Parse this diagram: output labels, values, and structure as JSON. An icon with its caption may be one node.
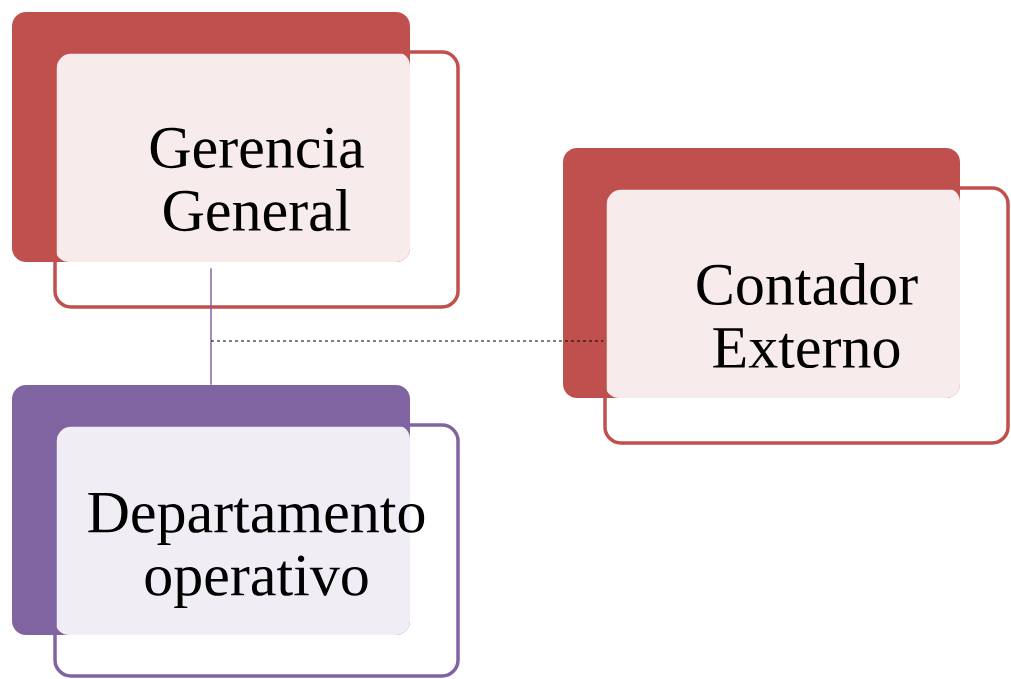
{
  "diagram": {
    "nodes": [
      {
        "text": [
          "Gerencia General"
        ]
      },
      {
        "text": [
          "Departamento operativo"
        ]
      },
      {
        "text": [
          "Contador Externo"
        ]
      }
    ],
    "edges": [
      {
        "from": 0,
        "to": 1,
        "arrow": "none",
        "color": "#8064a2"
      },
      {
        "from": 0,
        "to": 2,
        "arrow": "none",
        "style": "dashed",
        "color": "#000000"
      }
    ]
  }
}
